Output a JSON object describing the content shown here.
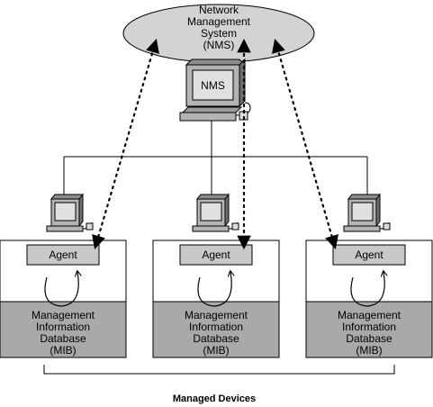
{
  "nms_system": {
    "lines": [
      "Network",
      "Management",
      "System",
      "(NMS)"
    ],
    "terminal_label": "NMS"
  },
  "devices": [
    {
      "agent_label": "Agent",
      "mib_lines": [
        "Management",
        "Information",
        "Database",
        "(MIB)"
      ]
    },
    {
      "agent_label": "Agent",
      "mib_lines": [
        "Management",
        "Information",
        "Database",
        "(MIB)"
      ]
    },
    {
      "agent_label": "Agent",
      "mib_lines": [
        "Management",
        "Information",
        "Database",
        "(MIB)"
      ]
    }
  ],
  "footer_label": "Managed Devices",
  "colors": {
    "ellipse_fill": "#d3d3d3",
    "agent_fill": "#c8c8c8",
    "mib_fill": "#a9a9a9",
    "computer_body": "#b4b4b4",
    "computer_dark": "#6e6e6e",
    "screen_fill": "#e0e0e0"
  }
}
